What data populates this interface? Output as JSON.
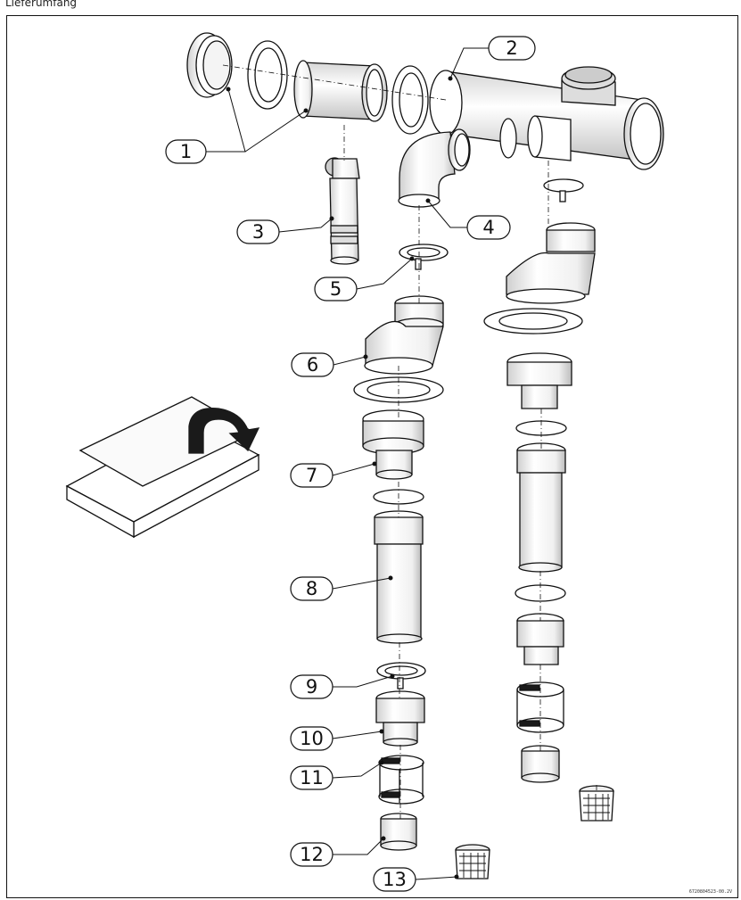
{
  "header": {
    "title": "Lieferumfang"
  },
  "callouts": [
    "1",
    "2",
    "3",
    "4",
    "5",
    "6",
    "7",
    "8",
    "9",
    "10",
    "11",
    "12",
    "13"
  ],
  "figure_code": "6720804523-00.2V",
  "colors": {
    "line": "#111111",
    "fill": "#ffffff",
    "shade": "#e6e6e6",
    "dark": "#1a1a1a"
  }
}
